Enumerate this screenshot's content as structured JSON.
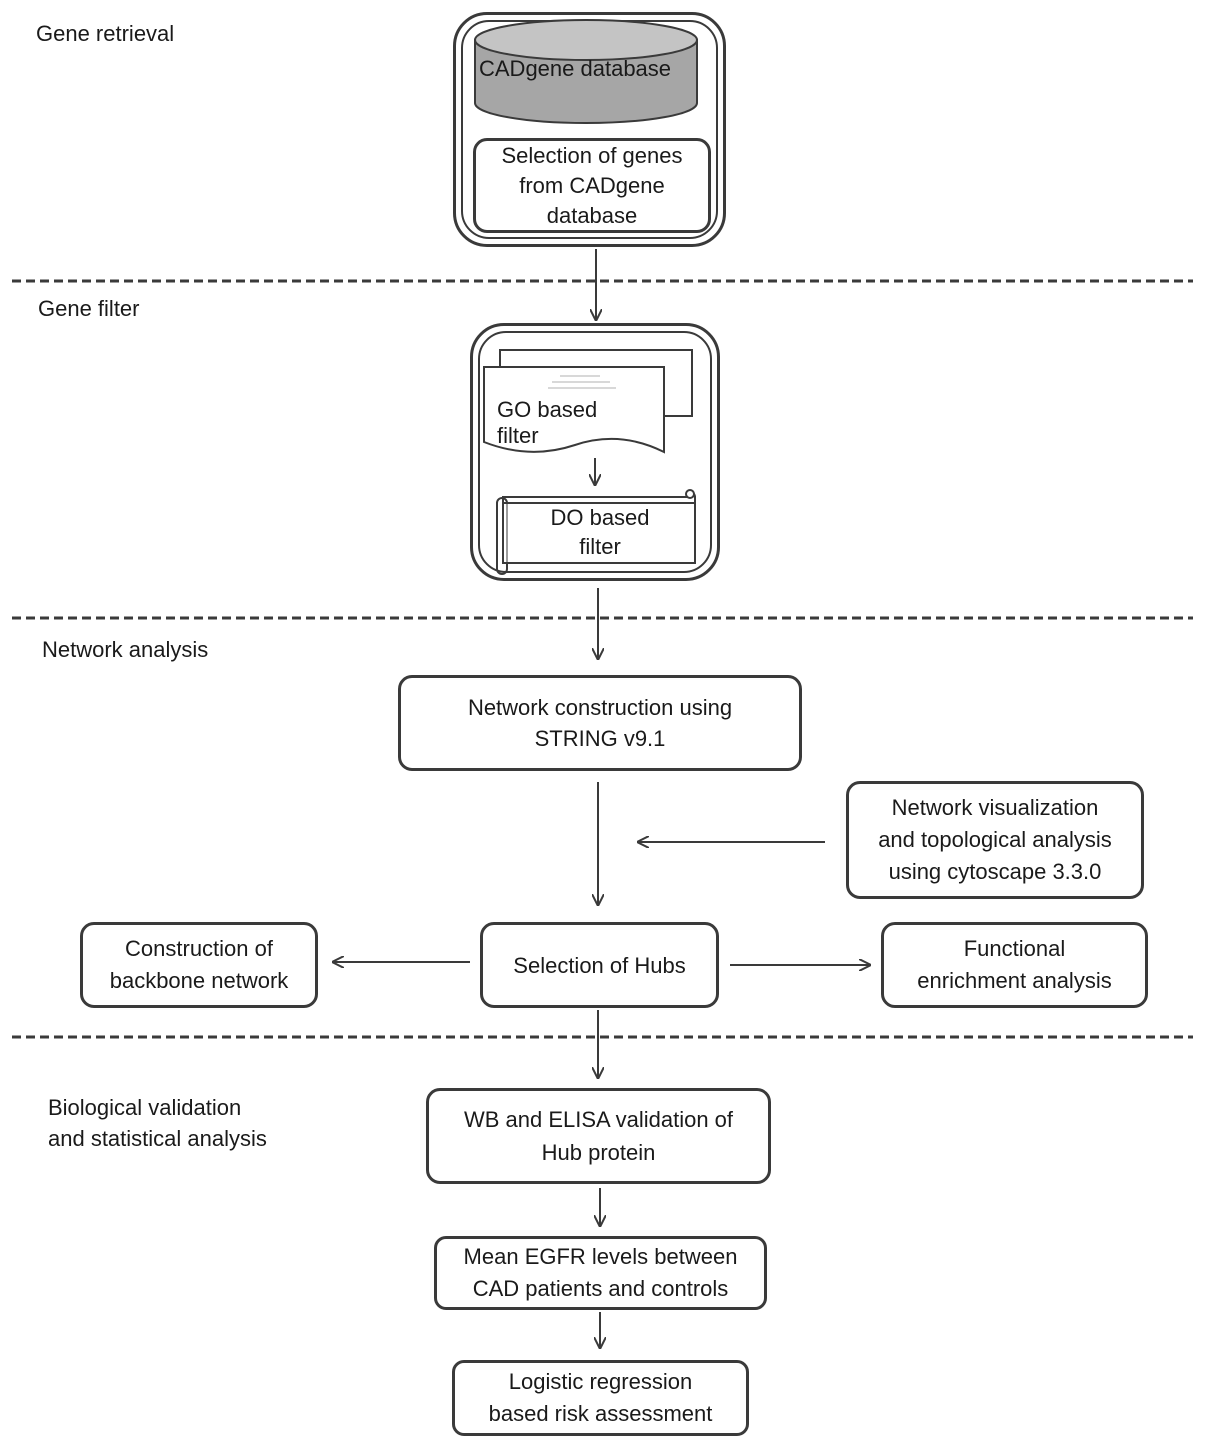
{
  "sections": {
    "gene_retrieval": "Gene retrieval",
    "gene_filter": "Gene filter",
    "network_analysis": "Network analysis",
    "bio_validation": "Biological validation\nand statistical analysis"
  },
  "nodes": {
    "cadgene_db": "CADgene database",
    "selection_genes": "Selection of genes\nfrom CADgene\ndatabase",
    "go_filter": "GO based\nfilter",
    "do_filter": "DO based\nfilter",
    "network_construction": "Network construction using\nSTRING v9.1",
    "network_visualization": "Network visualization\nand topological analysis\nusing cytoscape 3.3.0",
    "selection_hubs": "Selection of Hubs",
    "backbone": "Construction of\nbackbone network",
    "functional_enrichment": "Functional\nenrichment analysis",
    "wb_elisa": "WB and ELISA validation of\nHub protein",
    "mean_egfr": "Mean EGFR levels between\nCAD patients and controls",
    "logistic": "Logistic regression\nbased risk assessment"
  },
  "colors": {
    "stroke": "#3a3a3a",
    "db_top": "#bdbdbd",
    "db_body": "#a6a6a6"
  }
}
